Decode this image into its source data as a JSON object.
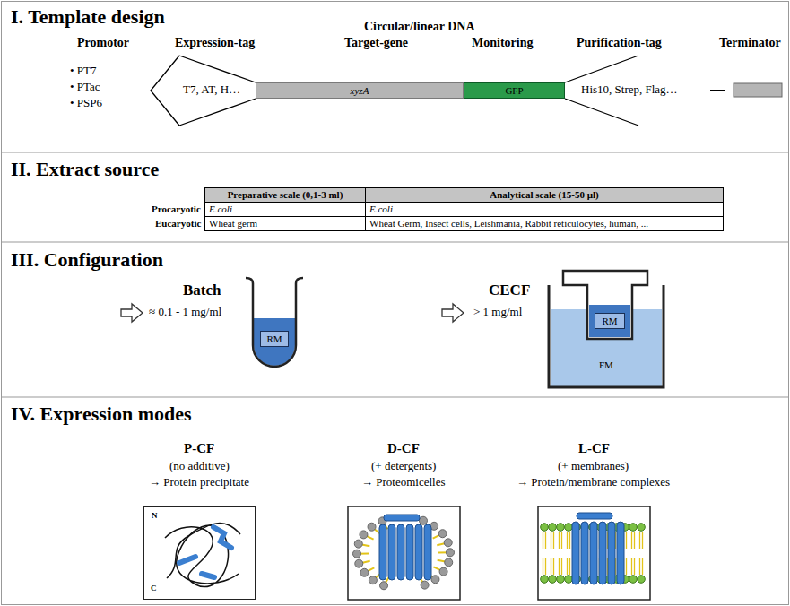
{
  "diagram": {
    "nodes": [
      {
        "text": [
          "xyzA"
        ]
      },
      {
        "text": [
          "GFP"
        ]
      },
      {
        "text": [
          "RM"
        ]
      },
      {
        "text": [
          "FM"
        ]
      },
      {
        "text": [
          "RM"
        ],
        "in": 3
      },
      {
        "text": [
          "N",
          "C"
        ]
      }
    ],
    "labels": [
      "I. Template design",
      "Circular/linear DNA",
      "Promotor",
      "Expression-tag",
      "Target-gene",
      "Monitoring",
      "Purification-tag",
      "Terminator",
      "• PT7",
      "• PTac",
      "• PSP6",
      "T7, AT, H…",
      "His10, Strep, Flag…",
      "II. Extract source",
      "Preparative scale (0,1-3 ml)",
      "Analytical scale (15-50 µl)",
      "Procaryotic",
      "E.coli",
      "E.coli",
      "Eucaryotic",
      "Wheat germ",
      "Wheat Germ, Insect cells, Leishmania, Rabbit reticulocytes, human, ...",
      "III. Configuration",
      "Batch",
      "≈ 0.1 - 1 mg/ml",
      "CECF",
      "> 1 mg/ml",
      "IV. Expression modes",
      "P-CF",
      "(no additive)",
      "→ Protein precipitate",
      "D-CF",
      "(+ detergents)",
      "→ Proteomicelles",
      "L-CF",
      "(+ membranes)",
      "→ Protein/membrane complexes"
    ]
  }
}
